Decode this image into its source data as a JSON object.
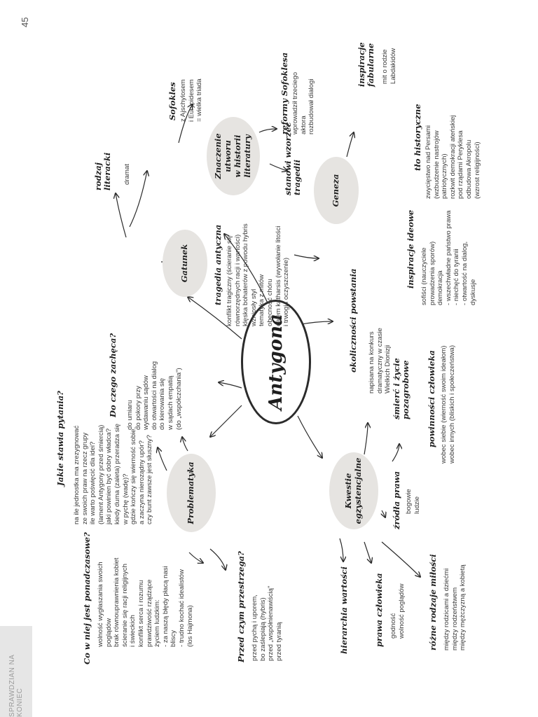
{
  "page_number": "45",
  "side_label": "SPRAWDZIAN NA KONIEC",
  "center": "Antygona",
  "nodes": {
    "gatunek": "Gatunek",
    "znaczenie": [
      "Znaczenie utworu",
      "w historii literatury"
    ],
    "geneza": "Geneza",
    "problematyka": "Problematyka",
    "kwestie": [
      "Kwestie",
      "egzystencjalne"
    ]
  },
  "tragedia": {
    "title": "tragedia antyczna",
    "lines": [
      "konflikt tragiczny (ścieranie się",
      "równorzędnych racji i wartości)",
      "klęska bohaterów z powodu hybris",
      "wzniosły styl",
      "tematyka z mitów",
      "obecność chóru",
      "celem katharsis (wywołanie litości",
      "i trwogi i oczyszczenie)"
    ]
  },
  "rodzaj": {
    "title": [
      "rodzaj",
      "literacki"
    ],
    "lines": [
      "dramat"
    ]
  },
  "sofokles": {
    "title": "Sofokles",
    "lines": [
      "z Ajschylosem",
      "i Eurypidesem",
      "= wielka triada"
    ]
  },
  "reformy": {
    "title": "reformy Sofoklesa",
    "lines": [
      "wprowadził trzeciego",
      "aktora",
      "rozbudował dialogi"
    ]
  },
  "wzorzec": {
    "title": [
      "stanowi wzorzec",
      "tragedii"
    ]
  },
  "okolicznosci": {
    "title": "okoliczności powstania",
    "lines": [
      "napisana na konkurs",
      "dramatyczny w czasie",
      "Wielkich Dionizji"
    ]
  },
  "inspiracje_ideowe": {
    "title": "inspiracje ideowe",
    "lines": [
      "sofiści (nauczyciele",
      "prowadzenia sporów)",
      "demokracja",
      "- wszechwładne państwo prawa",
      "- niechęć do tyranii",
      "- otwartość na dialog,",
      "  dyskusje"
    ]
  },
  "tlo": {
    "title": "tło historyczne",
    "lines": [
      "zwycięstwo nad Persami",
      "(wzbudzenie nastrojów",
      "patriotycznych)",
      "rozkwit demokracji ateńskiej",
      "pod rządami Peryklesa",
      "odbudowa Akropolu",
      "(wzrost religijności)"
    ]
  },
  "fabularne": {
    "title": [
      "inspiracje",
      "fabularne"
    ],
    "lines": [
      "mit o rodzie",
      "Labdakidów"
    ]
  },
  "do_czego": {
    "title": "Do czego zachęca?",
    "lines": [
      "do umiaru",
      "do pokory przy",
      "wydawaniu sądów",
      "do otwartości na dialog",
      "do kierowania się",
      "w sądach empatią",
      "(do „współczchania\")"
    ]
  },
  "jakie_pytania": {
    "title": "Jakie stawia pytania?",
    "lines": [
      "na ile jednostka ma zrezygnować",
      "ze swoich praw na rzecz grupy",
      "ile warto poświęcić dla idei?",
      "(lament Antygony przed śmiercią)",
      "jaki powinien być dobry władca?",
      "kiedy duma (zaleta) przeradza się",
      "w pychę (wadę)?",
      "gdzie kończy się wierność sobie,",
      "a zaczyna nieroządny upór?",
      "czy bunt zawsze jest słuszny?"
    ]
  },
  "ponadczasowe": {
    "title": "Co w niej jest ponadczasowe?",
    "lines": [
      "wolność wygłaszania swoich",
      "poglądów",
      "brak równouprawnienia kobiet",
      "ścieranie się racji religijnych",
      "i świeckich",
      "konflikt serca i rozumu",
      "prawdziwość rządzące",
      "życiem ludzkim:",
      "- za naszą błędy płacą nasi",
      "  bliscy",
      "- trudno kochać idealistów",
      "  (los Hajmona)"
    ]
  },
  "przestroga": {
    "title": "Przed czym przestrzega?",
    "lines": [
      "przed pychą i uporem,",
      "bo zaślepiają (hybris)",
      "przed „współnienawiścią\"",
      "przed tyranią"
    ]
  },
  "smierc": {
    "title": [
      "śmierć i życie",
      "pozagrobowe"
    ]
  },
  "powinnosci": {
    "title": "powinności człowieka",
    "lines": [
      "wobec siebie (wierność swoim ideałom)",
      "wobec innych (bliskich i społeczeństwa)"
    ]
  },
  "zrodla": {
    "title": "źródła prawa",
    "lines": [
      "bogowie",
      "ludzie"
    ]
  },
  "hierarchia": {
    "title": "hierarchia wartości"
  },
  "prawa_czlowieka": {
    "title": "prawa człowieka",
    "lines": [
      "godność",
      "wolność poglądów"
    ]
  },
  "milosc": {
    "title": "różne rodzaje miłości",
    "lines": [
      "między rodzicami a dziećmi",
      "między rodzeństwem",
      "między mężczyzną a kobietą"
    ]
  }
}
